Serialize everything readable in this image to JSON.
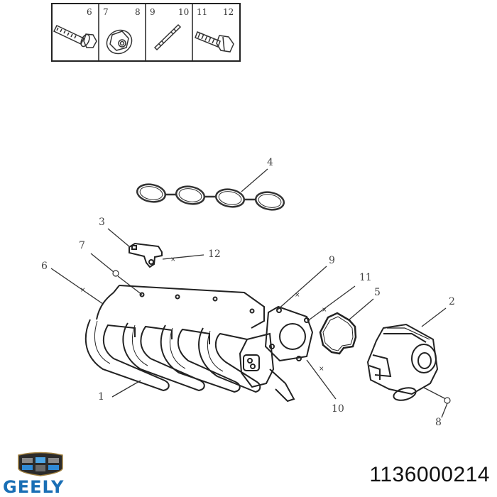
{
  "fastener_legend": {
    "cells": [
      {
        "labels": [
          "6"
        ],
        "part": "flange-bolt"
      },
      {
        "labels": [
          "7",
          "8"
        ],
        "part": "flange-nut"
      },
      {
        "labels": [
          "9",
          "10"
        ],
        "part": "stud"
      },
      {
        "labels": [
          "11",
          "12"
        ],
        "part": "hex-bolt"
      }
    ]
  },
  "callouts": {
    "c1": "1",
    "c2": "2",
    "c3": "3",
    "c4": "4",
    "c5": "5",
    "c6": "6",
    "c7": "7",
    "c8": "8",
    "c9": "9",
    "c10": "10",
    "c11": "11",
    "c12": "12"
  },
  "parts": {
    "1": "intake-manifold",
    "2": "throttle-body",
    "3": "map-sensor",
    "4": "intake-manifold-gasket",
    "5": "throttle-body-gasket"
  },
  "brand": {
    "name": "GEELY",
    "logo_icon": "geely-shield-logo",
    "color": "#1a6fb5"
  },
  "part_number": "1136000214"
}
